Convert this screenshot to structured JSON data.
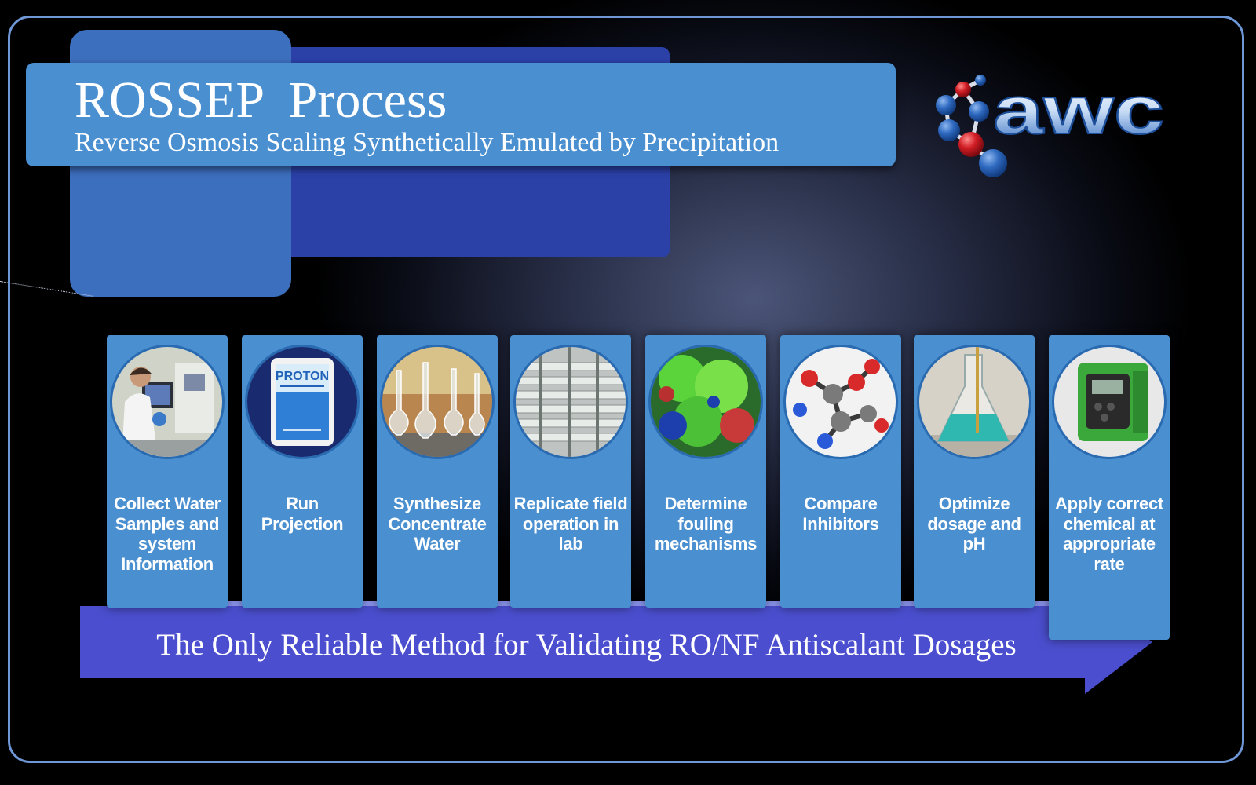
{
  "header": {
    "title": "ROSSEP  Process",
    "subtitle": "Reverse Osmosis Scaling Synthetically Emulated by Precipitation"
  },
  "logo": {
    "text": "awc",
    "icon": "molecule-icon"
  },
  "steps": [
    {
      "label": "Collect Water\nSamples and\nsystem\nInformation",
      "icon": "lab-technician-photo"
    },
    {
      "label": "Run\nProjection",
      "icon": "proton-tablet-photo",
      "photo_text": "PROTON"
    },
    {
      "label": "Synthesize\nConcentrate\nWater",
      "icon": "flasks-photo"
    },
    {
      "label": "Replicate field\noperation in\nlab",
      "icon": "membrane-plant-photo"
    },
    {
      "label": "Determine\nfouling\nmechanisms",
      "icon": "scale-crystals-photo"
    },
    {
      "label": "Compare\nInhibitors",
      "icon": "molecule-model-photo"
    },
    {
      "label": "Optimize\ndosage and pH",
      "icon": "erlenmeyer-flask-photo"
    },
    {
      "label": "Apply correct\nchemical at\nappropriate\nrate",
      "icon": "dosing-pump-photo"
    }
  ],
  "banner": {
    "text": "The Only Reliable Method for Validating RO/NF Antiscalant Dosages"
  },
  "colors": {
    "accent": "#4a8fd0",
    "banner": "#4b4fcf",
    "frame": "#6f97d6",
    "logo_red": "#d01c24",
    "logo_blue": "#2f6ac0"
  }
}
